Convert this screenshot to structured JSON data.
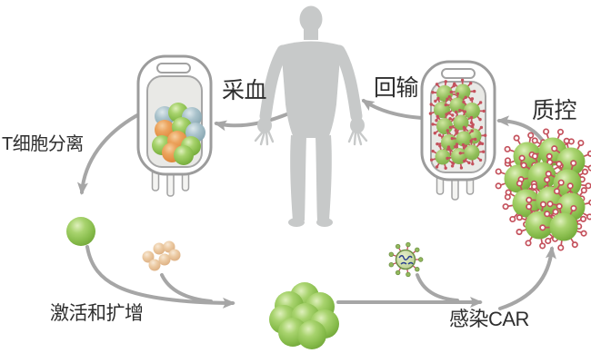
{
  "labels": {
    "blood_draw": "采血",
    "reinfusion": "回输",
    "quality_control": "质控",
    "t_cell_separation": "T细胞分离",
    "activation_expansion": "激活和扩增",
    "car_infection": "感染CAR"
  },
  "colors": {
    "arrow": "#a6a6a6",
    "silhouette": "#c7c9c9",
    "text": "#2e2e2e",
    "cell_green": "#8cc152",
    "cell_blue": "#92b2bd",
    "cell_orange": "#e0883c",
    "bead_tan": "#e8c49e",
    "receptor_red": "#c4515c",
    "virus_green": "#cde0a8",
    "bag_outline": "#9c9c9c",
    "bag_inner": "#e9e9e6"
  }
}
